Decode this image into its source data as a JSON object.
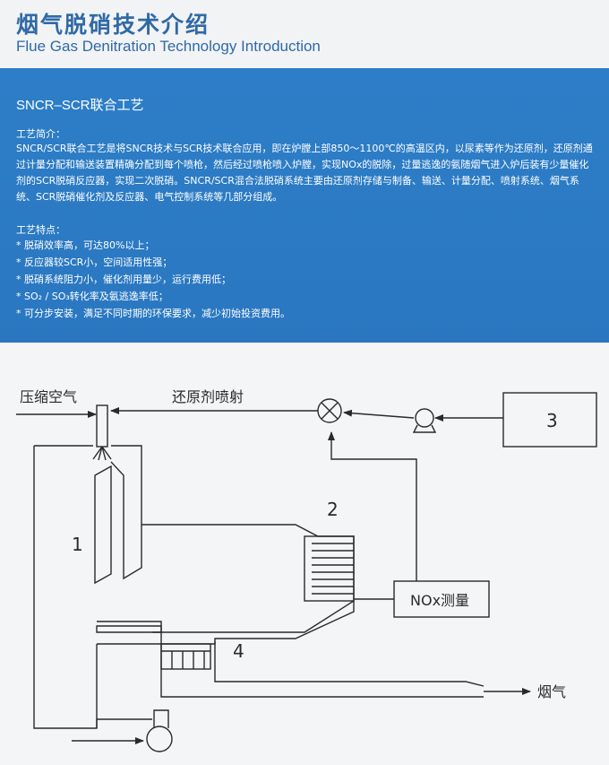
{
  "header": {
    "title_cn": "烟气脱硝技术介绍",
    "title_en": "Flue Gas Denitration Technology Introduction"
  },
  "panel": {
    "section_title": "SNCR–SCR联合工艺",
    "intro_heading": "工艺简介：",
    "intro_body": "SNCR/SCR联合工艺是将SNCR技术与SCR技术联合应用，即在炉膛上部850～1100℃的高温区内，以尿素等作为还原剂，还原剂通过计量分配和输送装置精确分配到每个喷枪，然后经过喷枪喷入炉膛，实现NOx的脱除，过量逃逸的氨随烟气进入炉后装有少量催化剂的SCR脱硝反应器，实现二次脱硝。SNCR/SCR混合法脱硝系统主要由还原剂存储与制备、输送、计量分配、喷射系统、烟气系统、SCR脱硝催化剂及反应器、电气控制系统等几部分组成。",
    "features_heading": "工艺特点：",
    "features": [
      "* 脱硝效率高，可达80%以上；",
      "* 反应器较SCR小，空间适用性强；",
      "* 脱硝系统阻力小，催化剂用量少，运行费用低；",
      "* SO₂ / SO₃转化率及氨逃逸率低；",
      "* 可分步安装，满足不同时期的环保要求，减少初始投资费用。"
    ]
  },
  "diagram": {
    "labels": {
      "compressed_air": "压缩空气",
      "reductant_injection": "还原剂喷射",
      "box_3": "3",
      "label_1": "1",
      "label_2": "2",
      "label_4": "4",
      "nox_measure": "NOx测量",
      "flue_gas": "烟气"
    },
    "icons": {
      "mixer": "mixing-valve-icon",
      "pump": "pump-icon",
      "fan": "fan-icon",
      "nozzle": "spray-nozzle-icon"
    },
    "colors": {
      "line": "#2a2a2a",
      "panel": "#2d7ec8",
      "title": "#2f6aa6"
    }
  }
}
